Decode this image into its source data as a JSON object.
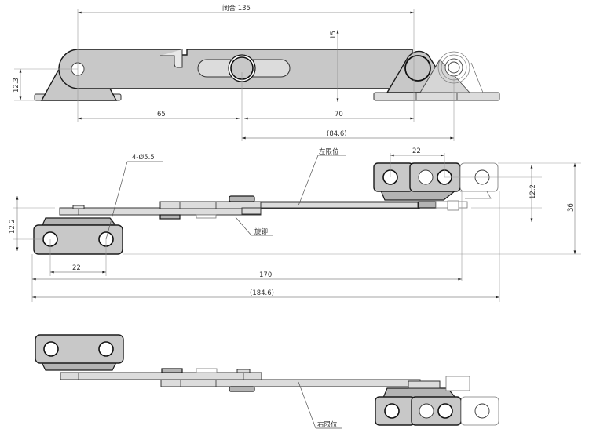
{
  "drawing": {
    "title": "Friction stay hinge technical drawing",
    "views": [
      "closed-side-view",
      "left-limit-top-view",
      "right-limit-top-view"
    ]
  },
  "top_view": {
    "closed_length_label": "闭合 135",
    "height_label": "15",
    "pivot_height_label": "12.3",
    "left_offset_label": "65",
    "right_offset_label": "70",
    "ref_offset_label": "(84.6)"
  },
  "left_limit_view": {
    "hole_note": "4-Ø5.5",
    "limit_label": "左限位",
    "rivet_label": "旋铆",
    "hole_spacing_left": "22",
    "hole_spacing_right": "22",
    "left_height_label": "12.2",
    "right_height_label": "12.2",
    "total_height_label": "36",
    "length_label": "170",
    "ref_length_label": "(184.6)"
  },
  "right_limit_view": {
    "limit_label": "右限位"
  }
}
